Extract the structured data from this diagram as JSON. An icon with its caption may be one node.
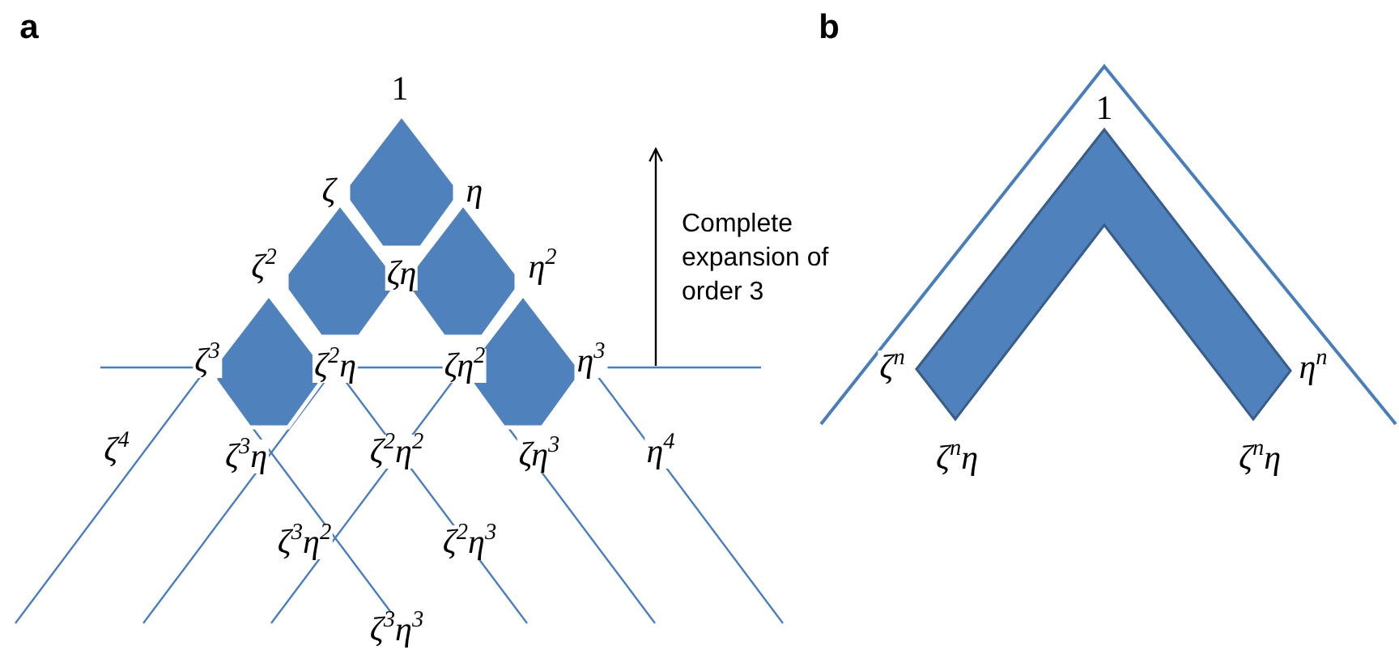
{
  "diagram": {
    "labels": [
      "a",
      "1",
      "ζ",
      "η",
      "ζ$^{2}$",
      "ζη",
      "η$^{2}$",
      "Complete expansion of order 3",
      "ζ$^{3}$",
      "ζ$^{2}$η",
      "ζη$^{2}$",
      "η$^{3}$",
      "ζ$^{4}$",
      "ζ$^{3}$η",
      "ζ$^{2}$η$^{2}$",
      "ζη$^{3}$",
      "η$^{4}$",
      "ζ$^{3}$η$^{2}$",
      "ζ$^{2}$η$^{3}$",
      "ζ$^{3}$η$^{3}$",
      "b",
      "1",
      "ζ$^{n}$",
      "η$^{n}$",
      "ζ$^{n}$η",
      "ζ$^{n}$η"
    ]
  }
}
